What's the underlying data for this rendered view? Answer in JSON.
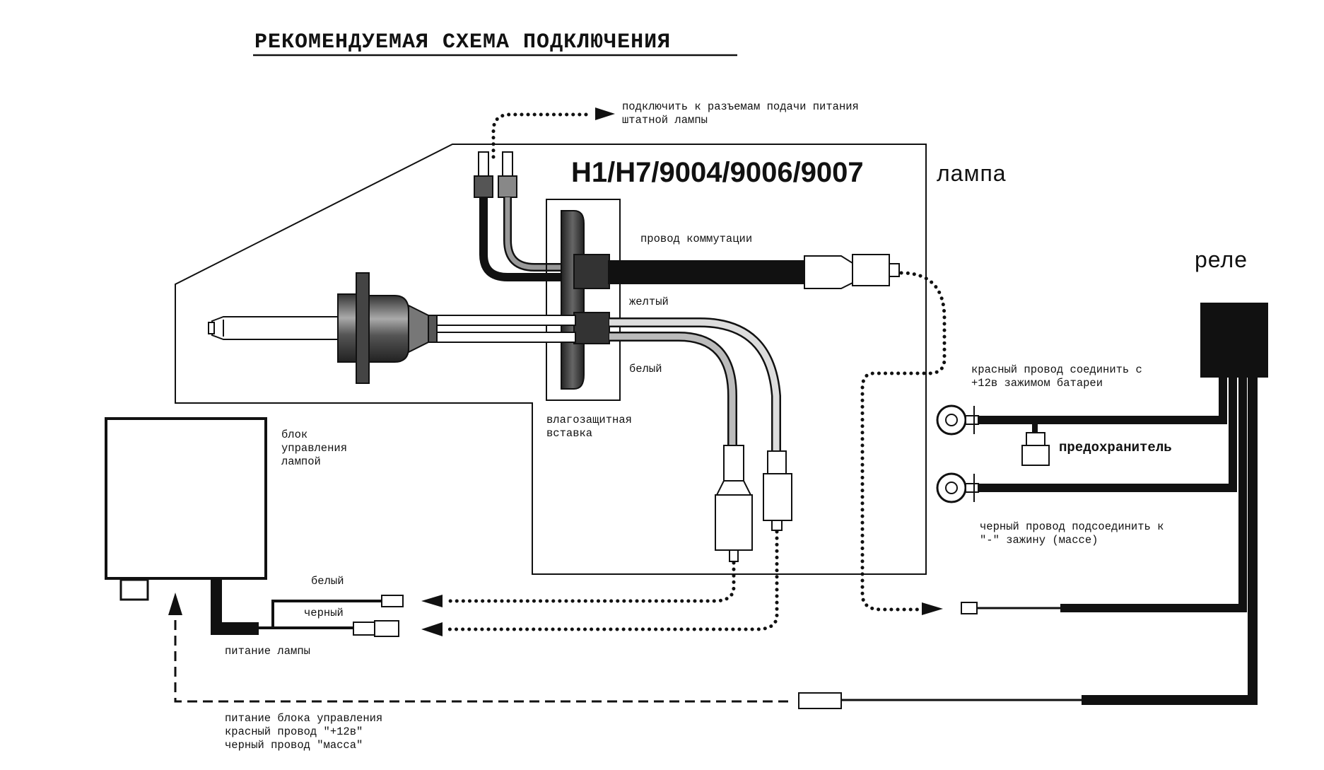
{
  "title": "РЕКОМЕНДУЕМАЯ СХЕМА ПОДКЛЮЧЕНИЯ",
  "lamp_models": "H1/H7/9004/9006/9007",
  "labels": {
    "lamp": "лампа",
    "relay": "реле",
    "connect_power_line1": "подключить к разъемам подачи питания",
    "connect_power_line2": "штатной лампы",
    "switch_wire": "провод коммутации",
    "yellow": "желтый",
    "white_lamp": "белый",
    "insert_line1": "влагозащитная",
    "insert_line2": "вставка",
    "control_line1": "блок",
    "control_line2": "управления",
    "control_line3": "лампой",
    "white_ctrl": "белый",
    "black_ctrl": "черный",
    "lamp_power": "питание лампы",
    "red_wire_line1": "красный провод соединить с",
    "red_wire_line2": "+12в зажимом батареи",
    "fuse": "предохранитель",
    "black_wire_line1": "черный провод подсоединить к",
    "black_wire_line2": "\"-\" зажину (массе)",
    "ctrl_power_line1": "питание блока управления",
    "ctrl_power_line2": "красный провод \"+12в\"",
    "ctrl_power_line3": "черный провод \"масса\""
  },
  "icons": [
    "bulb-icon",
    "connector-icon",
    "ring-terminal-icon",
    "fuse-icon",
    "relay-icon",
    "arrow-icon"
  ]
}
